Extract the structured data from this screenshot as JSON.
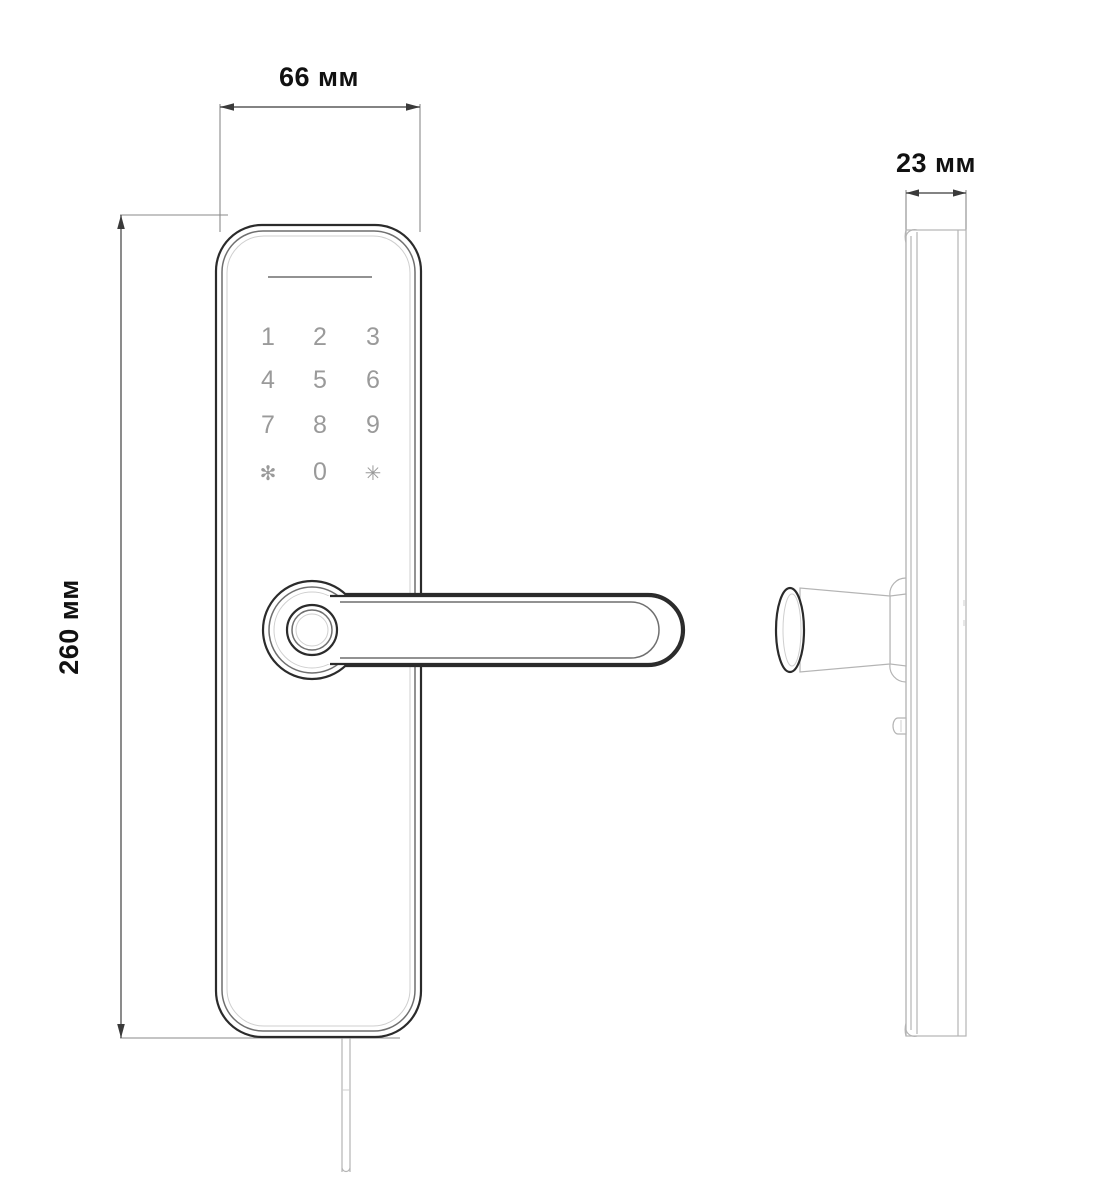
{
  "drawing": {
    "title": "Smart door lock technical dimension drawing",
    "background_color": "#ffffff",
    "line_color": "#2b2b2b",
    "label_color": "#111111",
    "keypad_text_color": "#9a9a9a"
  },
  "dimensions": {
    "width_label": "66 мм",
    "height_label": "260 мм",
    "depth_label": "23 мм"
  },
  "keypad": {
    "rows": [
      [
        "1",
        "2",
        "3"
      ],
      [
        "4",
        "5",
        "6"
      ],
      [
        "7",
        "8",
        "9"
      ],
      [
        "✻",
        "0",
        "✳"
      ]
    ],
    "keys": {
      "k1": "1",
      "k2": "2",
      "k3": "3",
      "k4": "4",
      "k5": "5",
      "k6": "6",
      "k7": "7",
      "k8": "8",
      "k9": "9",
      "kstar": "✻",
      "k0": "0",
      "khash": "✳"
    }
  },
  "views": {
    "front_view_name": "front-view",
    "side_view_name": "side-view"
  }
}
